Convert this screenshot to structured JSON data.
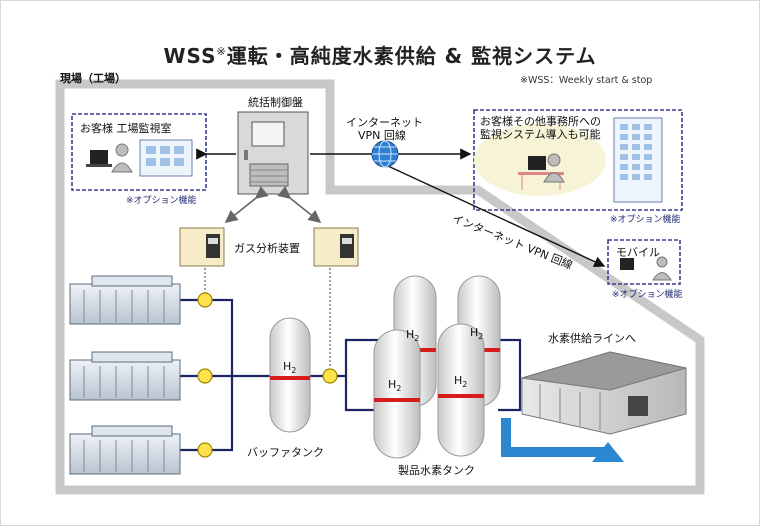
{
  "title": {
    "main": "WSS",
    "sup": "※",
    "rest": "運転・高純度水素供給 & 監視システム"
  },
  "note": "※WSS：Weekly start & stop",
  "site_label": "現場（工場）",
  "control_panel": "統括制御盤",
  "customer_room": "お客様 工場監視室",
  "option_label": "※オプション機能",
  "vpn_label": "インターネット\nVPN 回線",
  "vpn_label_line1": "インターネット",
  "vpn_label_line2": "VPN 回線",
  "vpn_label_2": "インターネット VPN 回線",
  "other_office_line1": "お客様その他事務所への",
  "other_office_line2": "監視システム導入も可能",
  "mobile": "モバイル",
  "gas_analyzer": "ガス分析装置",
  "buffer_tank": "バッファタンク",
  "product_tank": "製品水素タンク",
  "supply_line": "水素供給ラインへ",
  "h2": "H",
  "h2_sub": "2",
  "colors": {
    "frame_gray": "#c8c8c8",
    "option_border": "#3a3f8f",
    "pipe": "#1c2466",
    "arrow": "#2a87d0",
    "valve": "#ffe14d",
    "tank_band": "#d81c1c"
  }
}
